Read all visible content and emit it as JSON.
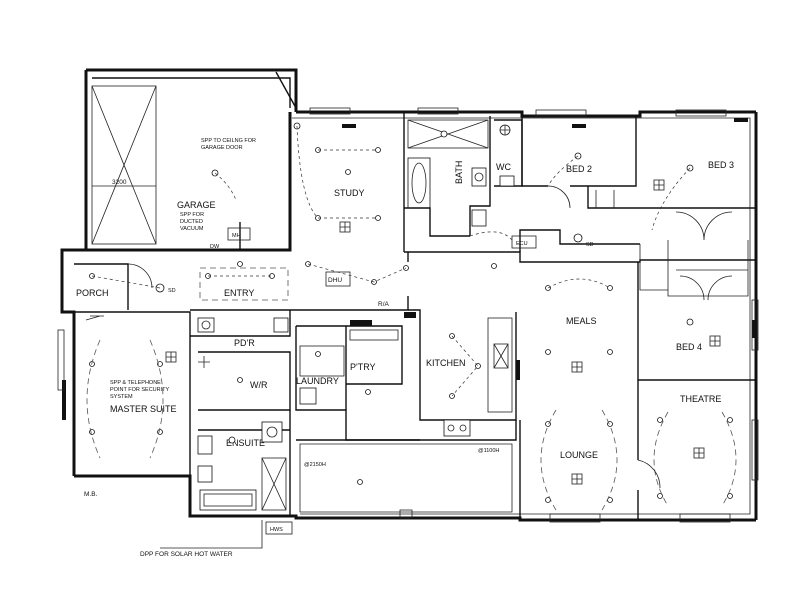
{
  "rooms": {
    "garage": "GARAGE",
    "study": "STUDY",
    "bath": "BATH",
    "wc": "WC",
    "bed2": "BED 2",
    "bed3": "BED 3",
    "bed4": "BED 4",
    "porch": "PORCH",
    "entry": "ENTRY",
    "dhu": "DHU",
    "ra": "R/A",
    "pdr": "PD'R",
    "wr": "W/R",
    "laundry": "LAUNDRY",
    "pantry": "P'TRY",
    "kitchen": "KITCHEN",
    "meals": "MEALS",
    "master_suite": "MASTER SUITE",
    "ensuite": "ENSUITE",
    "lounge": "LOUNGE",
    "theatre": "THEATRE",
    "ecu": "ECU",
    "mh": "MH"
  },
  "notes": {
    "gpo_ceiling_1": "SPP TO CEILNG FOR",
    "gpo_ceiling_2": "GARAGE DOOR",
    "vacuum_1": "SPP FOR",
    "vacuum_2": "DUCTED",
    "vacuum_3": "VACUUM",
    "security_1": "SPP & TELEPHONE",
    "security_2": "POINT FOR SECURITY",
    "security_3": "SYSTEM",
    "solar": "DPP FOR SOLAR HOT WATER",
    "garage_dim": "3200",
    "hws": "HWS",
    "mb": "M.B.",
    "dimension_2150": "@2150H",
    "dimension_1100": "@1100H",
    "sd": "SD",
    "dw": "DW"
  },
  "colors": {
    "ink": "#111111",
    "paper": "#ffffff"
  },
  "icons": {
    "light": "ceiling-light-icon",
    "fan": "exhaust-fan-icon",
    "smoke": "smoke-detector-icon",
    "power": "power-point-icon",
    "switch": "switch-icon"
  }
}
